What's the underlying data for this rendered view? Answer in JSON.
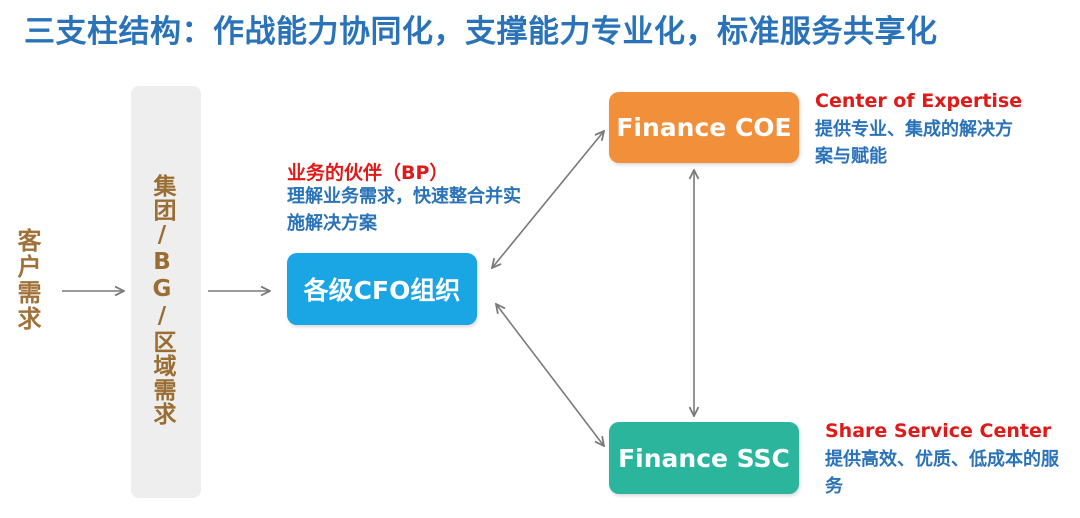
{
  "title": "三支柱结构：作战能力协同化，支撑能力专业化，标准服务共享化",
  "customer_demand": "客户需求",
  "group_demand": "集团/BG/区域需求",
  "cfo": {
    "box_label": "各级CFO组织",
    "role_title": "业务的伙伴（BP）",
    "role_desc": "理解业务需求，快速整合并实施解决方案",
    "color": "#1aa6e4"
  },
  "coe": {
    "box_label": "Finance COE",
    "role_title": "Center of Expertise",
    "role_desc": "提供专业、集成的解决方案与赋能",
    "color": "#f28f3b"
  },
  "ssc": {
    "box_label": "Finance SSC",
    "role_title": "Share Service Center",
    "role_desc": "提供高效、优质、低成本的服务",
    "color": "#2bb59d"
  }
}
